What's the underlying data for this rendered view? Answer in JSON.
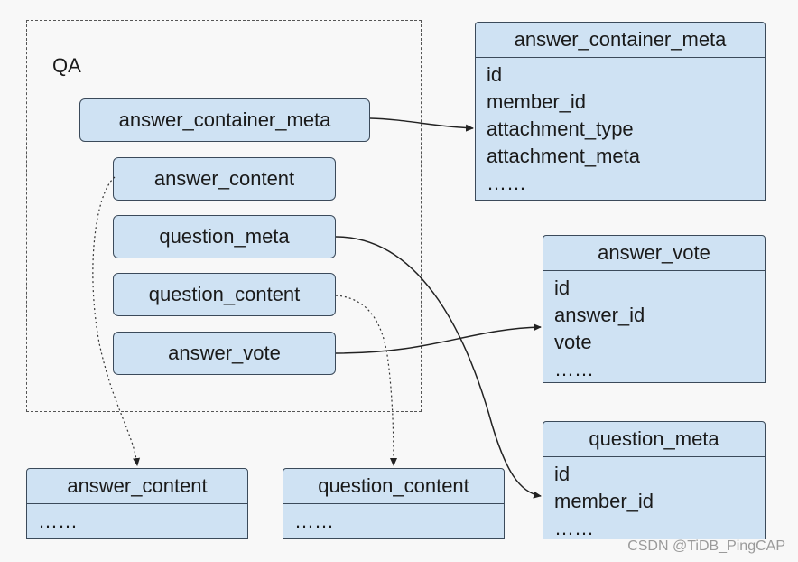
{
  "qa_group": {
    "label": "QA"
  },
  "qa_items": [
    {
      "id": "answer_container_meta",
      "label": "answer_container_meta"
    },
    {
      "id": "answer_content",
      "label": "answer_content"
    },
    {
      "id": "question_meta",
      "label": "question_meta"
    },
    {
      "id": "question_content",
      "label": "question_content"
    },
    {
      "id": "answer_vote",
      "label": "answer_vote"
    }
  ],
  "tables": {
    "answer_container_meta": {
      "title": "answer_container_meta",
      "fields": [
        "id",
        "member_id",
        "attachment_type",
        "attachment_meta",
        "……"
      ]
    },
    "answer_vote": {
      "title": "answer_vote",
      "fields": [
        "id",
        "answer_id",
        "vote",
        "……"
      ]
    },
    "question_meta": {
      "title": "question_meta",
      "fields": [
        "id",
        "member_id",
        "……"
      ]
    },
    "answer_content": {
      "title": "answer_content",
      "fields": [
        "……"
      ]
    },
    "question_content": {
      "title": "question_content",
      "fields": [
        "……"
      ]
    }
  },
  "watermark": "CSDN @TiDB_PingCAP",
  "colors": {
    "box_fill": "#cfe2f3",
    "box_border": "#3b4a5a",
    "background": "#f8f8f8"
  }
}
